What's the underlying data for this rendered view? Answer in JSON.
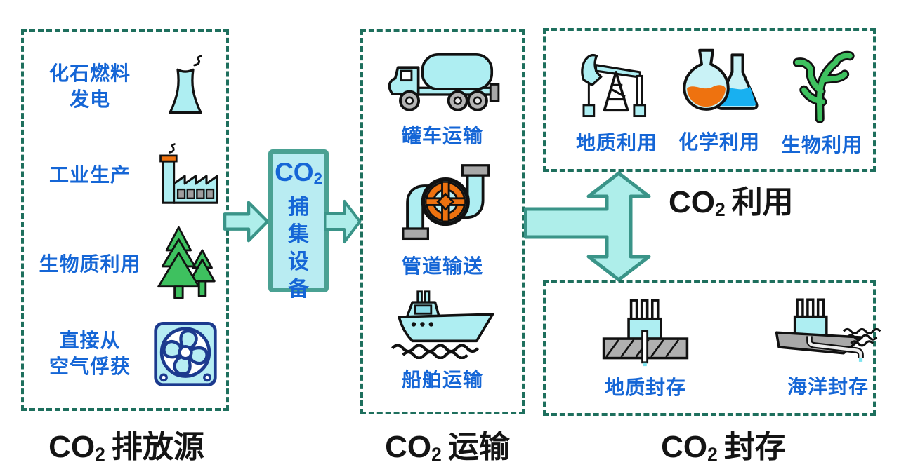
{
  "colors": {
    "dash_border": "#1e6f5d",
    "arrow_fill": "#aeeeea",
    "arrow_stroke": "#3a9488",
    "capture_box_fill": "#b9ecf2",
    "capture_box_border": "#4aa193",
    "label_blue": "#1566d6",
    "caption_black": "#141414",
    "icon_cyan": "#aeeef2",
    "orange": "#ee720f",
    "green": "#3ec15f",
    "navy": "#1c3a8e",
    "gray": "#a8a8a8"
  },
  "sources": {
    "caption": {
      "co": "CO",
      "sub": "2",
      "text": "排放源"
    },
    "items": [
      {
        "label": "化石燃料\n发电",
        "icon": "cooling-tower-icon"
      },
      {
        "label": "工业生产",
        "icon": "factory-icon"
      },
      {
        "label": "生物质利用",
        "icon": "pine-trees-icon"
      },
      {
        "label": "直接从\n空气俘获",
        "icon": "fan-icon"
      }
    ]
  },
  "capture": {
    "co": "CO",
    "sub": "2",
    "text": "捕集设备"
  },
  "transport": {
    "caption": {
      "co": "CO",
      "sub": "2",
      "text": "运输"
    },
    "items": [
      {
        "label": "罐车运输",
        "icon": "tanker-truck-icon"
      },
      {
        "label": "管道输送",
        "icon": "pipeline-valve-icon"
      },
      {
        "label": "船舶运输",
        "icon": "ship-icon"
      }
    ]
  },
  "utilization": {
    "caption": {
      "co": "CO",
      "sub": "2",
      "text": "利用"
    },
    "items": [
      {
        "label": "地质利用",
        "icon": "pumpjack-icon"
      },
      {
        "label": "化学利用",
        "icon": "flasks-icon"
      },
      {
        "label": "生物利用",
        "icon": "coral-icon"
      }
    ]
  },
  "storage": {
    "caption": {
      "co": "CO",
      "sub": "2",
      "text": "封存"
    },
    "items": [
      {
        "label": "地质封存",
        "icon": "geological-storage-icon"
      },
      {
        "label": "海洋封存",
        "icon": "ocean-storage-icon"
      }
    ]
  }
}
